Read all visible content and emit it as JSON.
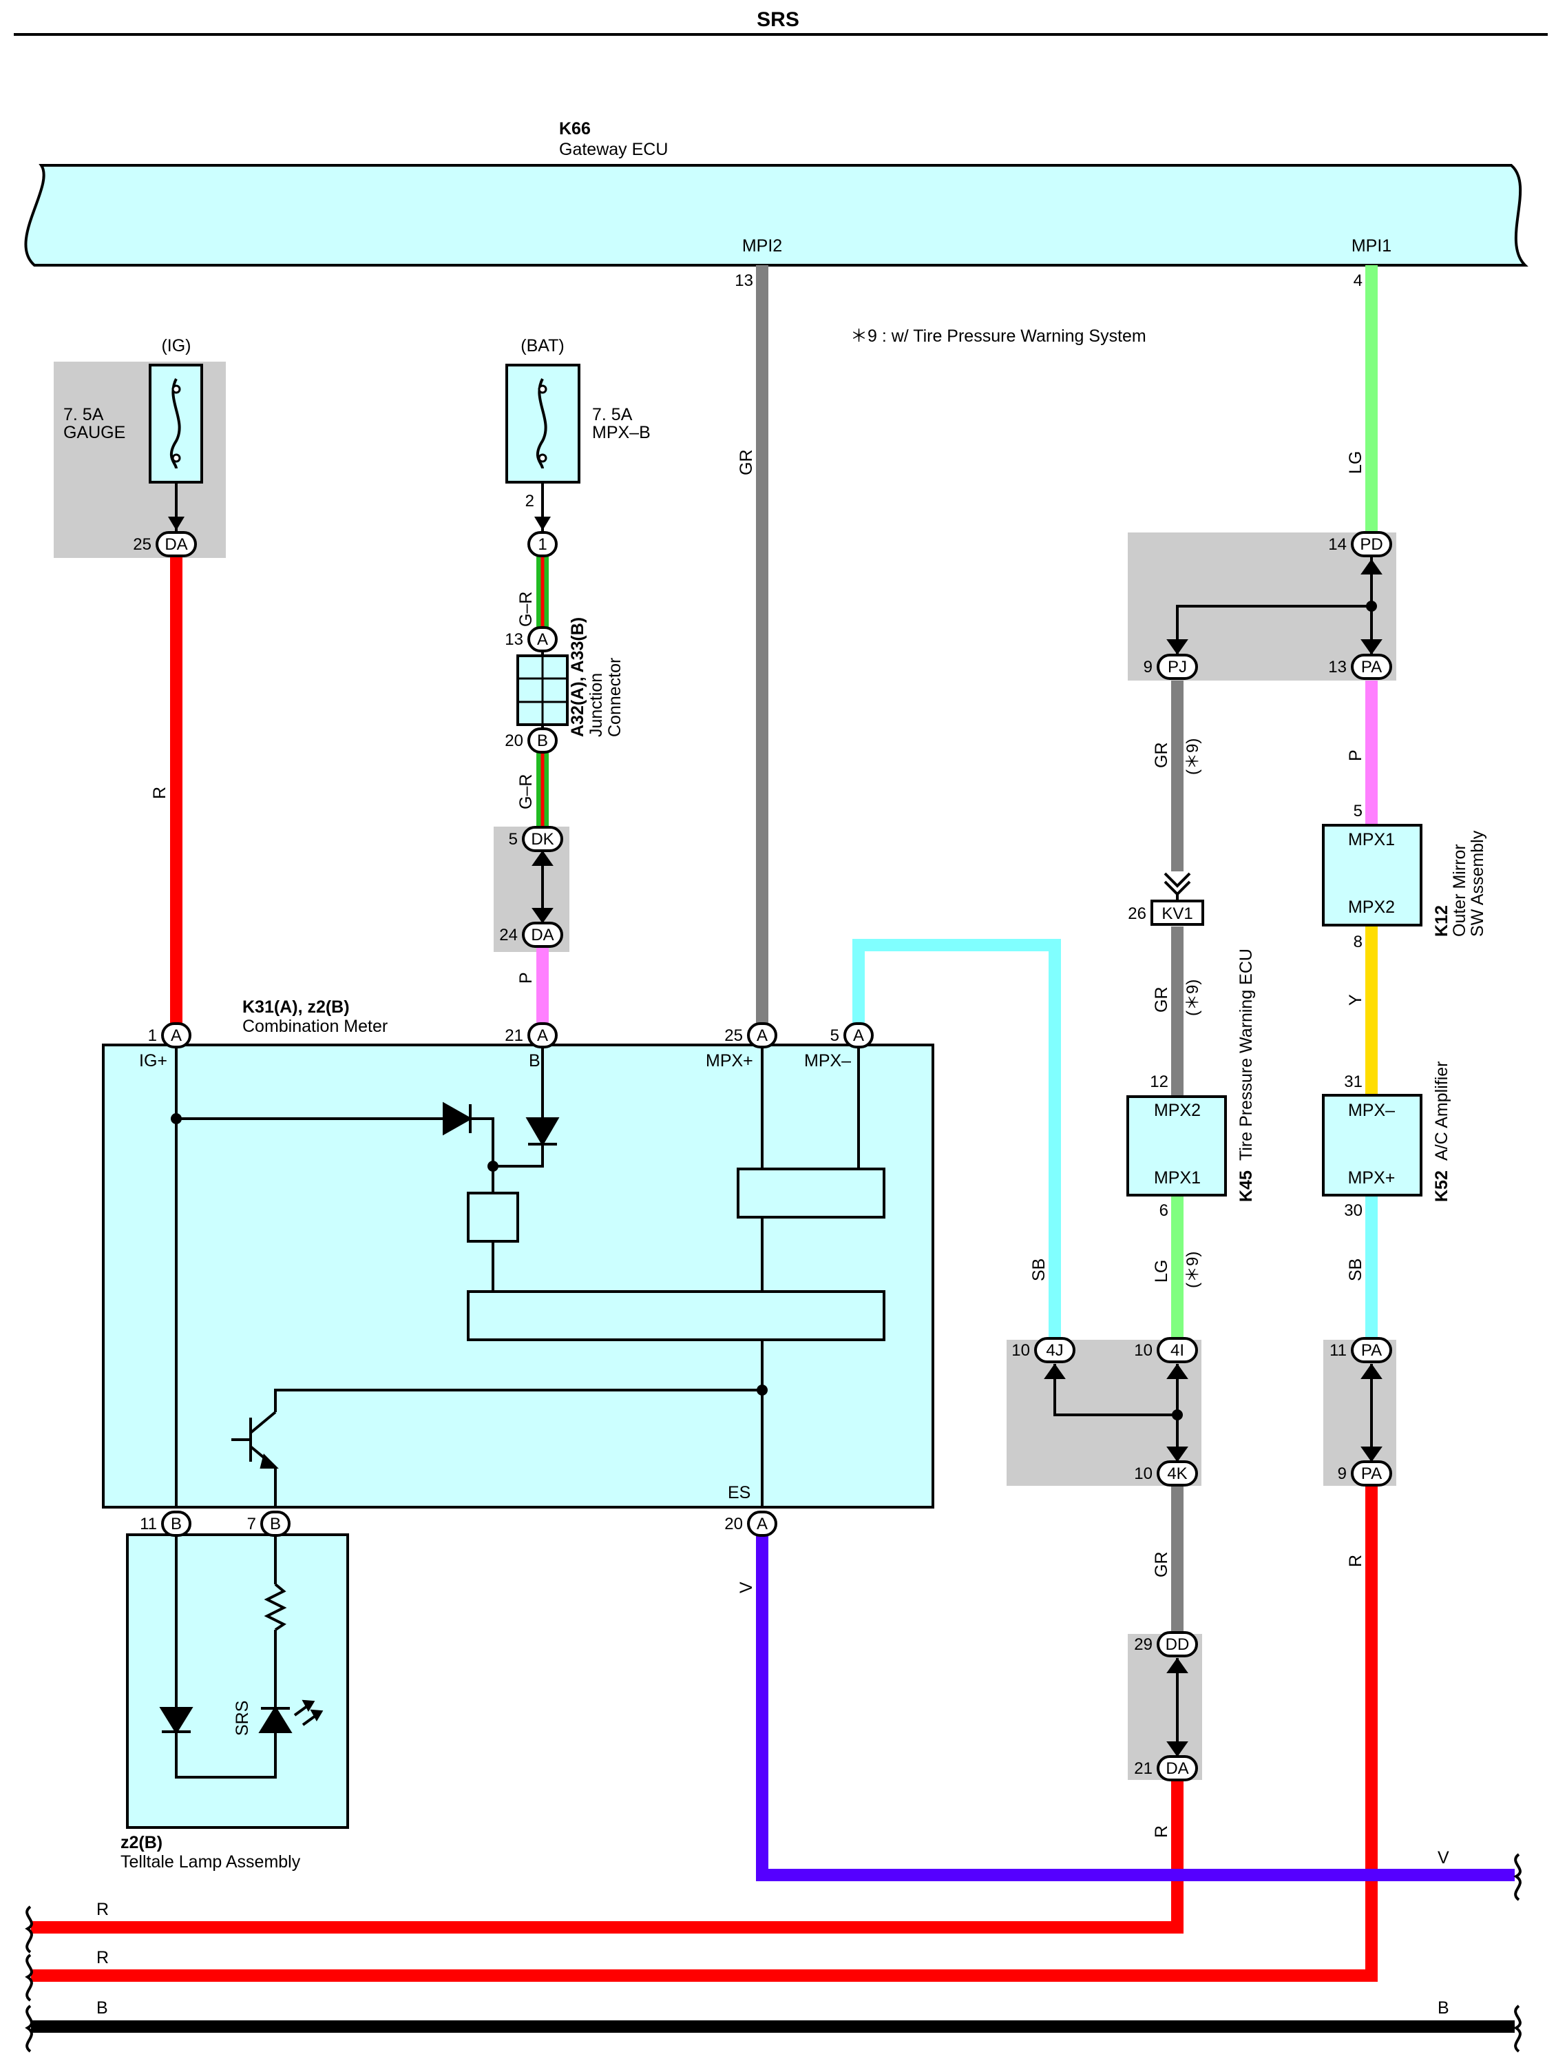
{
  "title": "SRS",
  "note": "＊9 : w/ Tire Pressure Warning System",
  "colors": {
    "component_fill": "#ccffff",
    "junction_shade": "#cccccc",
    "wire_R": "#ff0000",
    "wire_GR": "#808080",
    "wire_LG": "#80ff80",
    "wire_P": "#ff80ff",
    "wire_SB": "#80ffff",
    "wire_Y": "#ffdd00",
    "wire_V": "#5500ff",
    "wire_B": "#000000",
    "wire_G_R_base": "#22bb22",
    "wire_G_R_stripe": "#ff0000"
  },
  "components": {
    "k66": {
      "code": "K66",
      "name": "Gateway ECU",
      "mpi2": "MPI2",
      "mpi1": "MPI1"
    },
    "fuse_ig": {
      "supply": "(IG)",
      "rating": "7. 5A",
      "name": "GAUGE"
    },
    "fuse_bat": {
      "supply": "(BAT)",
      "rating": "7. 5A",
      "name": "MPX–B"
    },
    "a32": {
      "code": "A32(A), A33(B)",
      "name1": "Junction",
      "name2": "Connector"
    },
    "k31": {
      "code": "K31(A), z2(B)",
      "name": "Combination Meter",
      "igp": "IG+",
      "b": "B",
      "mpxp": "MPX+",
      "mpxm": "MPX–",
      "es": "ES"
    },
    "z2": {
      "code": "z2(B)",
      "name": "Telltale Lamp Assembly",
      "srs": "SRS"
    },
    "k12": {
      "code": "K12",
      "name1": "Outer Mirror",
      "name2": "SW Assembly",
      "mpx1": "MPX1",
      "mpx2": "MPX2"
    },
    "k45": {
      "code": "K45",
      "name": "Tire Pressure Warning ECU",
      "mpx2": "MPX2",
      "mpx1": "MPX1"
    },
    "k52": {
      "code": "K52",
      "name": "A/C Amplifier",
      "mpxm": "MPX–",
      "mpxp": "MPX+"
    }
  },
  "connectors": {
    "da_ig": "DA",
    "c1": "1",
    "a13": "A",
    "b20": "B",
    "dk": "DK",
    "da24": "DA",
    "k31_a1": "A",
    "k31_a21": "A",
    "k31_a25": "A",
    "k31_a5": "A",
    "k31_b11": "B",
    "k31_b7": "B",
    "k31_a20": "A",
    "pd": "PD",
    "pj": "PJ",
    "pa13": "PA",
    "kv1": "KV1",
    "j4j": "4J",
    "j4i": "4I",
    "j4k": "4K",
    "pa11": "PA",
    "pa9": "PA",
    "dd": "DD",
    "da21": "DA"
  },
  "pins": {
    "mpi2": "13",
    "mpi1": "4",
    "da_ig": "25",
    "fuse_bat_out": "2",
    "a13": "13",
    "b20": "20",
    "dk": "5",
    "da24": "24",
    "k31_1": "1",
    "k31_21": "21",
    "k31_25": "25",
    "k31_5": "5",
    "k31_11": "11",
    "k31_7": "7",
    "k31_20": "20",
    "pd": "14",
    "pj": "9",
    "pa13": "13",
    "k12_5": "5",
    "k12_8": "8",
    "kv1": "26",
    "k45_12": "12",
    "k45_6": "6",
    "k52_31": "31",
    "k52_30": "30",
    "j4j": "10",
    "j4i": "10",
    "j4k": "10",
    "pa11": "11",
    "pa9": "9",
    "dd": "29",
    "da21": "21"
  },
  "wire_labels": {
    "mpi2": "GR",
    "mpi1": "LG",
    "ig_r": "R",
    "gr_top": "G–R",
    "gr_bottom": "G–R",
    "p_k31": "P",
    "pj_gr": "GR",
    "pj_note": "(＊9)",
    "pa_p": "P",
    "kv1_gr": "GR",
    "kv1_note": "(＊9)",
    "k12_y": "Y",
    "k45_lg": "LG",
    "k45_note": "(＊9)",
    "sb_left": "SB",
    "sb_right": "SB",
    "gr_4k": "GR",
    "r_pa": "R",
    "r_da": "R",
    "v_es": "V",
    "bus_r1": "R",
    "bus_r2": "R",
    "bus_b_left": "B",
    "bus_b_right": "B",
    "bus_v": "V"
  }
}
